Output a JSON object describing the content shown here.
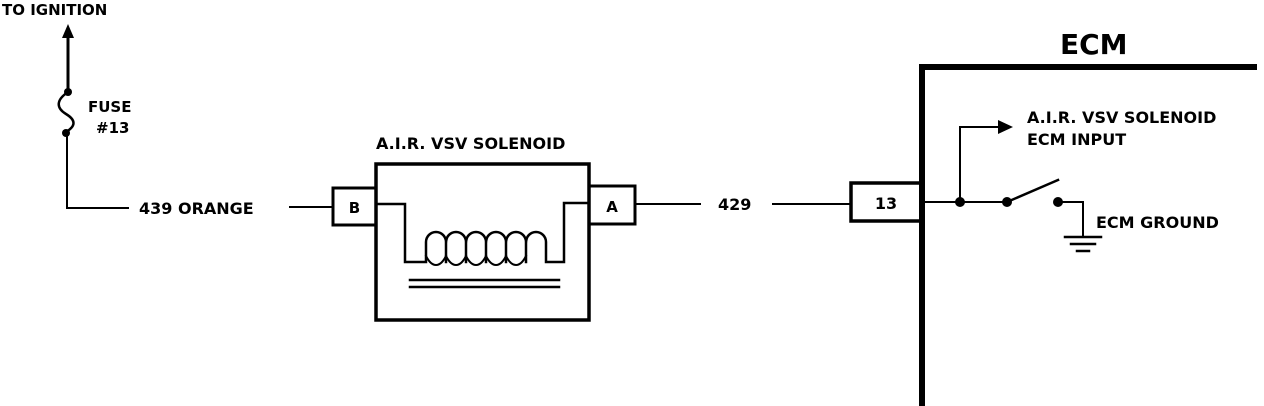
{
  "labels": {
    "to_ignition": "TO IGNITION",
    "fuse_line1": "FUSE",
    "fuse_line2": "#13",
    "wire_439": "439  ORANGE",
    "solenoid_title": "A.I.R. VSV SOLENOID",
    "terminal_b": "B",
    "terminal_a": "A",
    "wire_429": "429",
    "ecm_terminal": "13",
    "ecm_title": "ECM",
    "ecm_input_line1": "A.I.R. VSV SOLENOID",
    "ecm_input_line2": "ECM INPUT",
    "ecm_ground": "ECM GROUND"
  },
  "colors": {
    "ink": "#000000",
    "background": "#ffffff"
  }
}
